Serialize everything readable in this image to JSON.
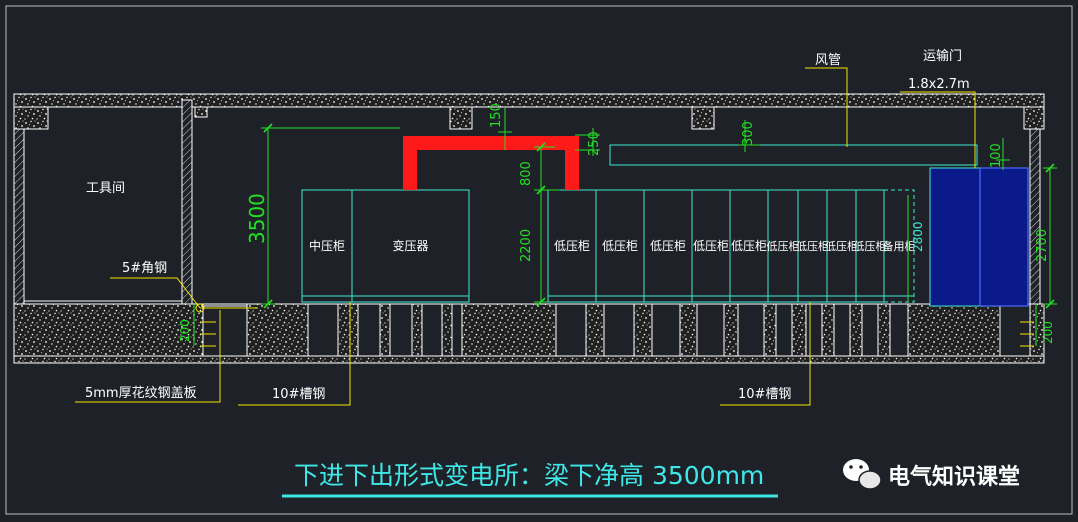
{
  "title": "下进下出形式变电所：梁下净高 3500mm",
  "watermark": "电气知识课堂",
  "rooms": {
    "tool_room": "工具间"
  },
  "cabinets": [
    "中压柜",
    "变压器",
    "低压柜",
    "低压柜",
    "低压柜",
    "低压柜",
    "低压柜",
    "低压柜",
    "低压柜",
    "低压柜",
    "低压柜",
    "备用柜"
  ],
  "callouts": {
    "angle_steel": "5#角钢",
    "plate": "5mm厚花纹钢盖板",
    "channel_left": "10#槽钢",
    "channel_right": "10#槽钢",
    "duct": "风管",
    "door": "运输门",
    "door_size": "1.8x2.7m"
  },
  "dims": {
    "clear_height": "3500",
    "cab_height": "2200",
    "bus_gap": "800",
    "bus_top": "150",
    "bus_w": "250",
    "duct_h": "300",
    "door_top": "100",
    "door_h": "2700",
    "spare_h": "2800",
    "trench_left": "200",
    "trench_right": "200"
  },
  "colors": {
    "background": "#1e2228",
    "concrete": "#ffffff",
    "outline": "#ffffff",
    "cabinet": "#3ee8d0",
    "dimension": "#22e022",
    "busbar": "#ff1a1a",
    "door_fill": "#0a1a8a",
    "leader": "#f2e600",
    "title": "#3ee8e8"
  }
}
